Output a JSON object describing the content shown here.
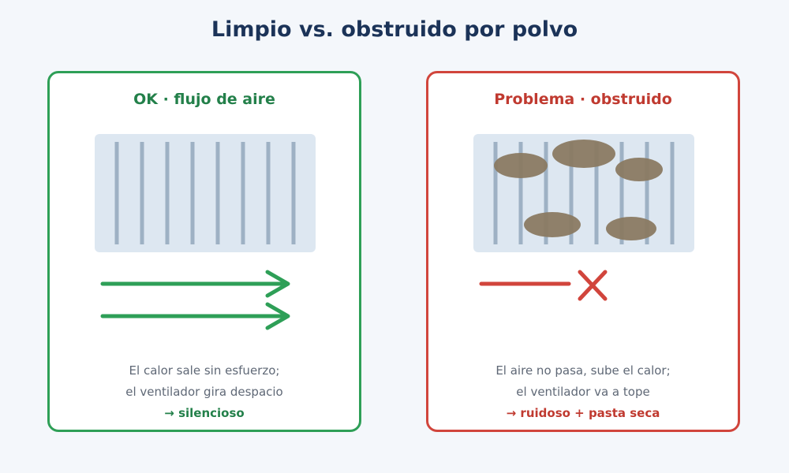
{
  "title": "Limpio vs. obstruido por polvo",
  "colors": {
    "ok": "#2e9f57",
    "problem": "#d1453c",
    "fins": "#9eb1c4",
    "grille_bg": "#dde7f1",
    "dust": "#8a7a62"
  },
  "panels": {
    "ok": {
      "heading": "OK · flujo de aire",
      "line1": "El calor sale sin esfuerzo;",
      "line2": "el ventilador gira despacio",
      "result": "→ silencioso"
    },
    "problem": {
      "heading": "Problema · obstruido",
      "line1": "El aire no pasa, sube el calor;",
      "line2": "el ventilador va a tope",
      "result": "→ ruidoso + pasta seca"
    }
  }
}
